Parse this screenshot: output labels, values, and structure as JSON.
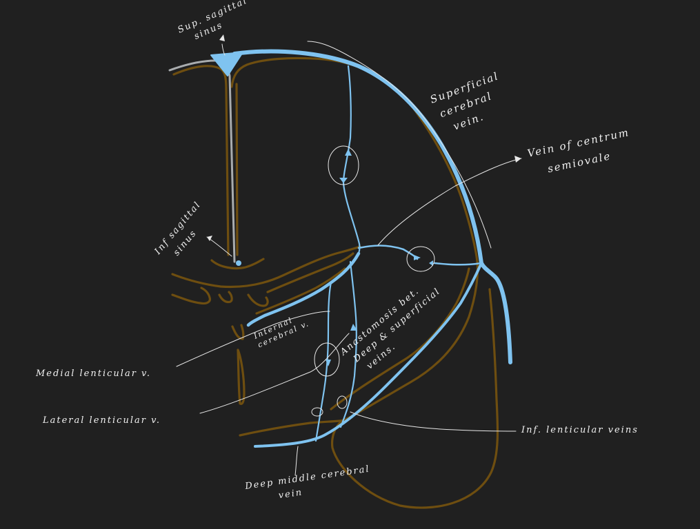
{
  "colors": {
    "background": "#202020",
    "vein": "#7fc3f0",
    "brain_outline": "#6e4e10",
    "sinus": "#a9acae",
    "label": "#f2f2f2"
  },
  "labels": {
    "sup_sagittal_sinus": [
      "Sup. sagittal",
      "sinus"
    ],
    "superficial_cerebral_vein": [
      "Superficial",
      "cerebral",
      "vein."
    ],
    "vein_centrum_semiovale": [
      "Vein of centrum",
      "semiovale"
    ],
    "inf_sagittal_sinus": [
      "Inf sagittal",
      "sinus"
    ],
    "internal_cerebral_vein": [
      "Internal",
      "cerebral v."
    ],
    "anastomosis": [
      "Anastomosis bet.",
      "Deep & superficial",
      "veins."
    ],
    "medial_lenticular_vein": "Medial lenticular v.",
    "lateral_lenticular_vein": "Lateral lenticular v.",
    "inf_lenticular_veins": "Inf. lenticular veins",
    "deep_middle_cerebral_vein": [
      "Deep middle cerebral",
      "vein"
    ]
  }
}
